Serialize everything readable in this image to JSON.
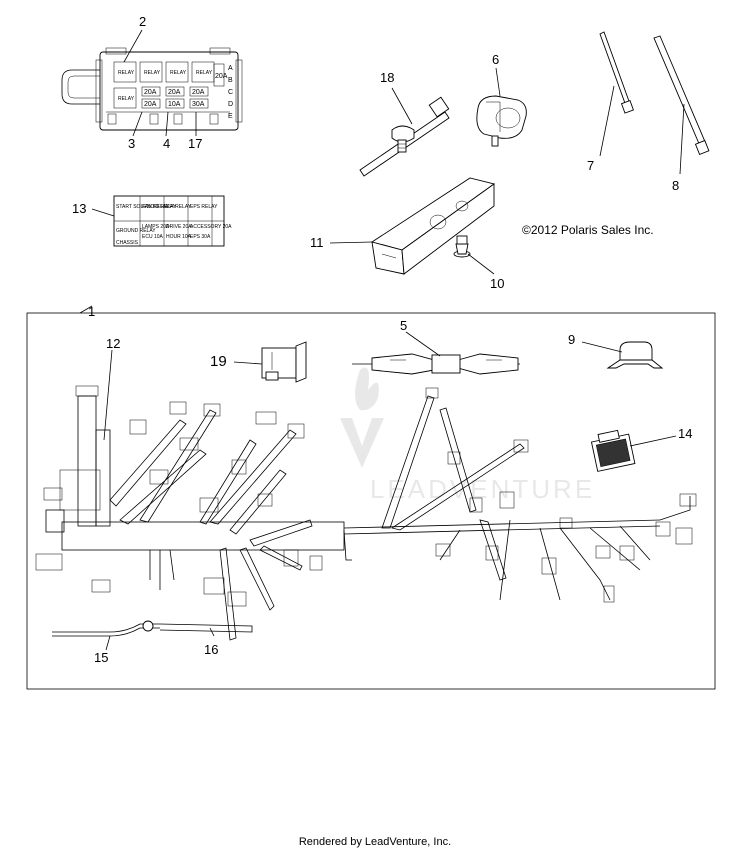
{
  "copyright": "©2012 Polaris Sales Inc.",
  "footer": "Rendered by LeadVenture, Inc.",
  "watermark": "LEADVENTURE",
  "callouts": {
    "c1": "1",
    "c2": "2",
    "c3": "3",
    "c4": "4",
    "c5": "5",
    "c6": "6",
    "c7": "7",
    "c8": "8",
    "c9": "9",
    "c10": "10",
    "c11": "11",
    "c12": "12",
    "c13": "13",
    "c14": "14",
    "c15": "15",
    "c16": "16",
    "c17": "17",
    "c18": "18",
    "c19": "19"
  },
  "fuse_box": {
    "relays": [
      "RELAY",
      "RELAY",
      "RELAY",
      "RELAY",
      "RELAY"
    ],
    "fuses_top": [
      "20A",
      "20A",
      "20A"
    ],
    "fuses_bottom": [
      "20A",
      "10A",
      "30A"
    ],
    "side_fuse": "20A",
    "side_letters": [
      "A",
      "B",
      "C",
      "D",
      "E"
    ]
  },
  "decal": {
    "cells": [
      "START SOLENOID RELAY",
      "FAN RELAY",
      "EFI RELAY",
      "EPS RELAY",
      "GROUND RELAY",
      "LAMPS 20A",
      "DRIVE 20A",
      "ACCESSORY 20A",
      "ECU 10A",
      "HOUR 10A",
      "EPS 30A",
      "CHASSIS"
    ]
  },
  "colors": {
    "line": "#000000",
    "watermark": "#d9d9d9",
    "background": "#ffffff"
  }
}
